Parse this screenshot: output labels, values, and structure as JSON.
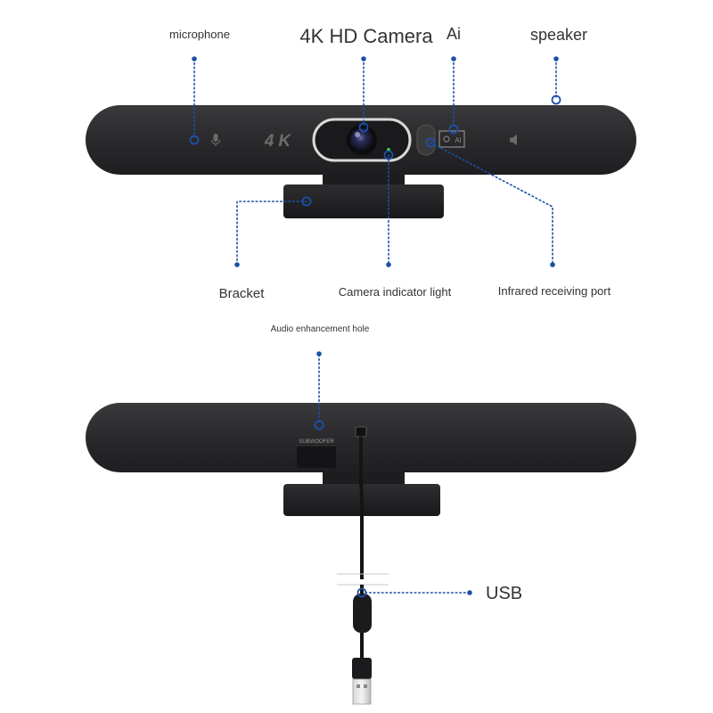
{
  "labels": {
    "microphone": "microphone",
    "camera": "4K HD Camera",
    "ai": "Ai",
    "speaker": "speaker",
    "bracket": "Bracket",
    "indicator": "Camera indicator light",
    "infrared": "Infrared receiving port",
    "audio_hole": "Audio enhancement hole",
    "usb": "USB"
  },
  "device_text": {
    "logo_4k": "4K",
    "ai_badge": "AI",
    "subwoofer": "SUBWOOFER"
  },
  "colors": {
    "callout_blue": "#1d4fa8",
    "device_body": "#2b2b2d",
    "label_text": "#333333"
  },
  "icons": {
    "mic": "microphone-icon",
    "speaker": "speaker-icon",
    "ai": "ai-face-icon"
  }
}
